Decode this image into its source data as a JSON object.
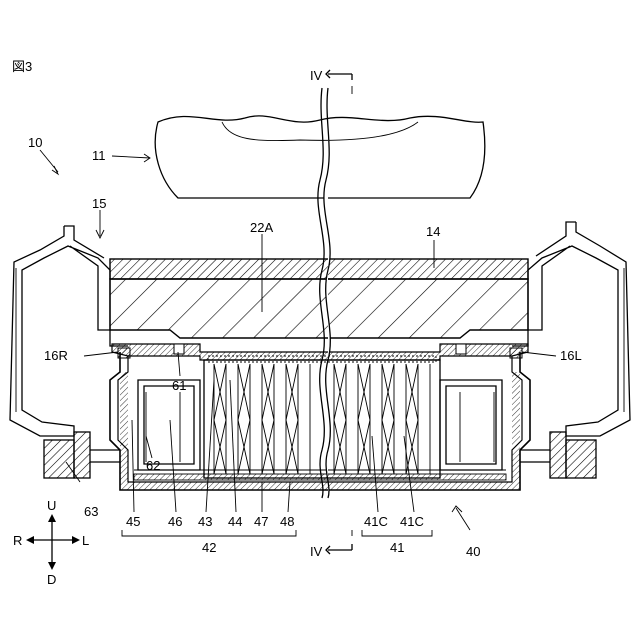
{
  "figure": {
    "title": "図3",
    "section_marker": "IV",
    "labels": {
      "l10": "10",
      "l11": "11",
      "l15": "15",
      "l22A": "22A",
      "l14": "14",
      "l16R": "16R",
      "l16L": "16L",
      "l61": "61",
      "l62": "62",
      "l63": "63",
      "l45": "45",
      "l46": "46",
      "l43": "43",
      "l44": "44",
      "l47": "47",
      "l48": "48",
      "l42": "42",
      "l41C_a": "41C",
      "l41C_b": "41C",
      "l41": "41",
      "l40": "40"
    },
    "directions": {
      "up": "U",
      "down": "D",
      "right": "R",
      "left": "L"
    }
  }
}
